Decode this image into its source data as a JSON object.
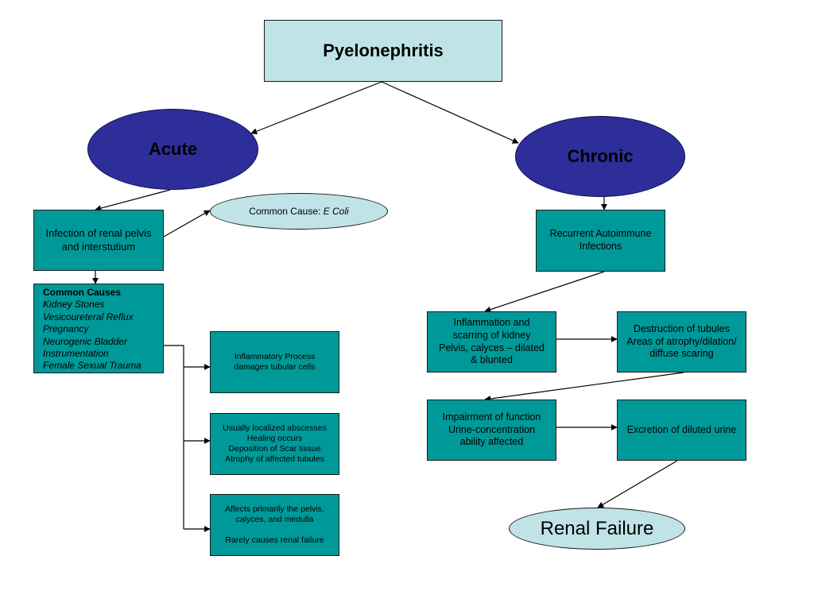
{
  "title": "Pyelonephritis",
  "acute": {
    "label": "Acute",
    "infection": "Infection of renal pelvis\nand interstutium",
    "common_cause": {
      "prefix": "Common Cause: ",
      "organism": "E Coli"
    },
    "common_causes": {
      "heading": "Common Causes",
      "items": [
        "Kidney Stones",
        "Vesicoureteral Reflux",
        "Pregnancy",
        "Neurogenic Bladder",
        "Instrumentation",
        "Female Sexual Trauma"
      ]
    },
    "effects": [
      "Inflammatory Process\ndamages tubular cells",
      "Usually localized abscesses\nHealing occurs\nDeposition of Scar tissue\nAtrophy of affected tubules",
      "Affects primarily the pelvis,\ncalyces, and medulla\n\nRarely causes renal failure"
    ]
  },
  "chronic": {
    "label": "Chronic",
    "recurrent": "Recurrent Autoimmune\nInfections",
    "inflammation": "Inflammation and\nscarring of kidney\nPelvis, calyces – dilated\n& blunted",
    "destruction": "Destruction of tubules\nAreas of atrophy/dilation/\ndiffuse scaring",
    "impairment": "Impairment of function\nUrine-concentration\nability affected",
    "excretion": "Excretion of diluted urine",
    "outcome": "Renal Failure"
  },
  "colors": {
    "teal": "#009999",
    "light_teal": "#bfe3e6",
    "navy": "#2e2e9a"
  }
}
